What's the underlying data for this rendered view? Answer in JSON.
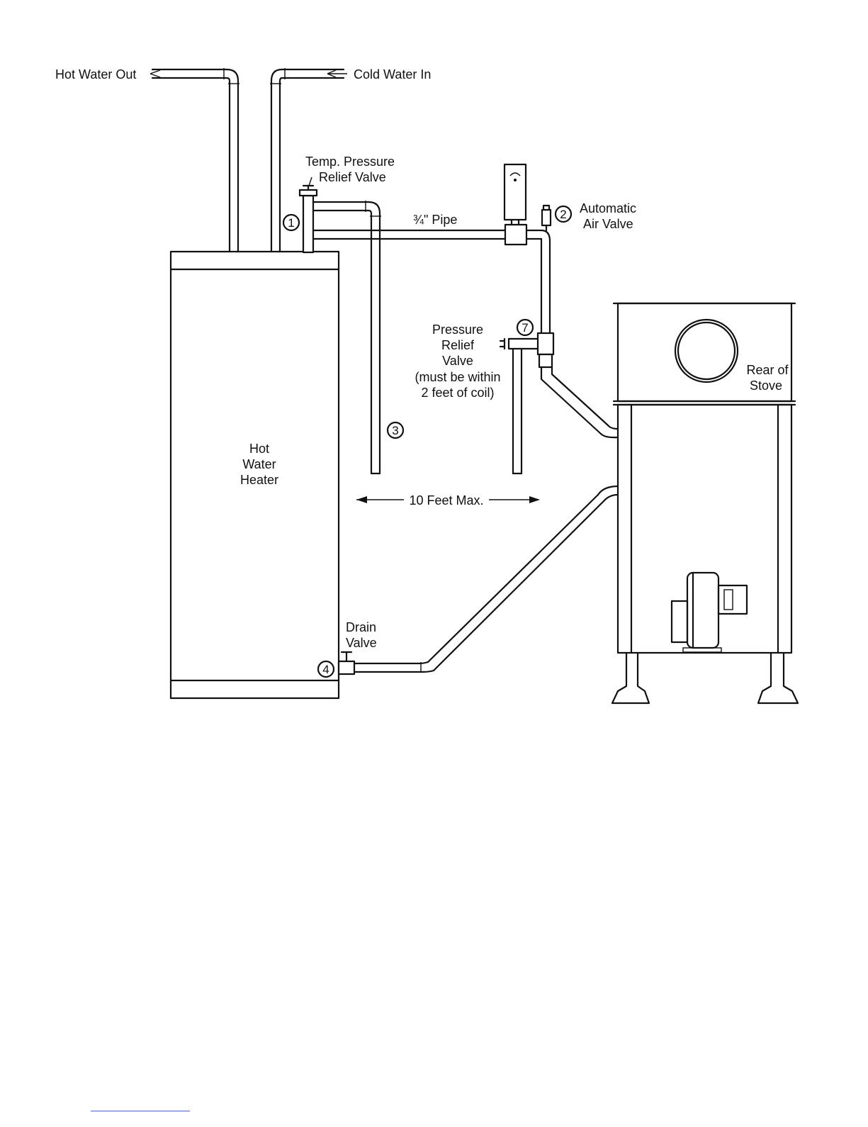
{
  "labels": {
    "hot_water_out": "Hot Water Out",
    "cold_water_in": "Cold Water In",
    "temp_pressure_relief_line1": "Temp. Pressure",
    "temp_pressure_relief_line2": "Relief Valve",
    "pipe_size": "¾\" Pipe",
    "automatic_air_valve_line1": "Automatic",
    "automatic_air_valve_line2": "Air Valve",
    "pressure_relief_line1": "Pressure",
    "pressure_relief_line2": "Relief",
    "pressure_relief_line3": "Valve",
    "pressure_relief_line4": "(must be within",
    "pressure_relief_line5": "2 feet of coil)",
    "rear_of_stove_line1": "Rear of",
    "rear_of_stove_line2": "Stove",
    "hot_water_heater_line1": "Hot",
    "hot_water_heater_line2": "Water",
    "hot_water_heater_line3": "Heater",
    "distance": "10 Feet Max.",
    "drain_valve_line1": "Drain",
    "drain_valve_line2": "Valve"
  },
  "callouts": {
    "n1": "1",
    "n2": "2",
    "n3": "3",
    "n4": "4",
    "n7": "7"
  }
}
